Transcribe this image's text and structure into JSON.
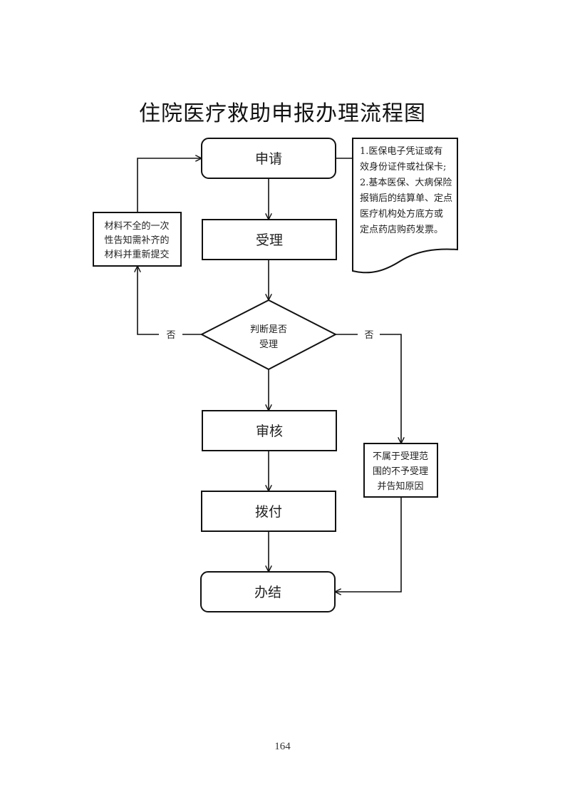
{
  "title": "住院医疗救助申报办理流程图",
  "nodes": {
    "apply": "申请",
    "accept": "受理",
    "decision": [
      "判断是否",
      "受理"
    ],
    "review": "审核",
    "payment": "拨付",
    "complete": "办结",
    "resubmit": [
      "材料不全的一次",
      "性告知需补齐的",
      "材料并重新提交"
    ],
    "reject": [
      "不属于受理范",
      "围的不予受理",
      "并告知原因"
    ],
    "documents": [
      "1.医保电子凭证或有",
      "效身份证件或社保卡;",
      "2.基本医保、大病保险",
      "报销后的结算单、定点",
      "医疗机构处方底方或",
      "定点药店购药发票。"
    ]
  },
  "edge_labels": {
    "left_no": "否",
    "right_no": "否"
  },
  "page_number": "164"
}
